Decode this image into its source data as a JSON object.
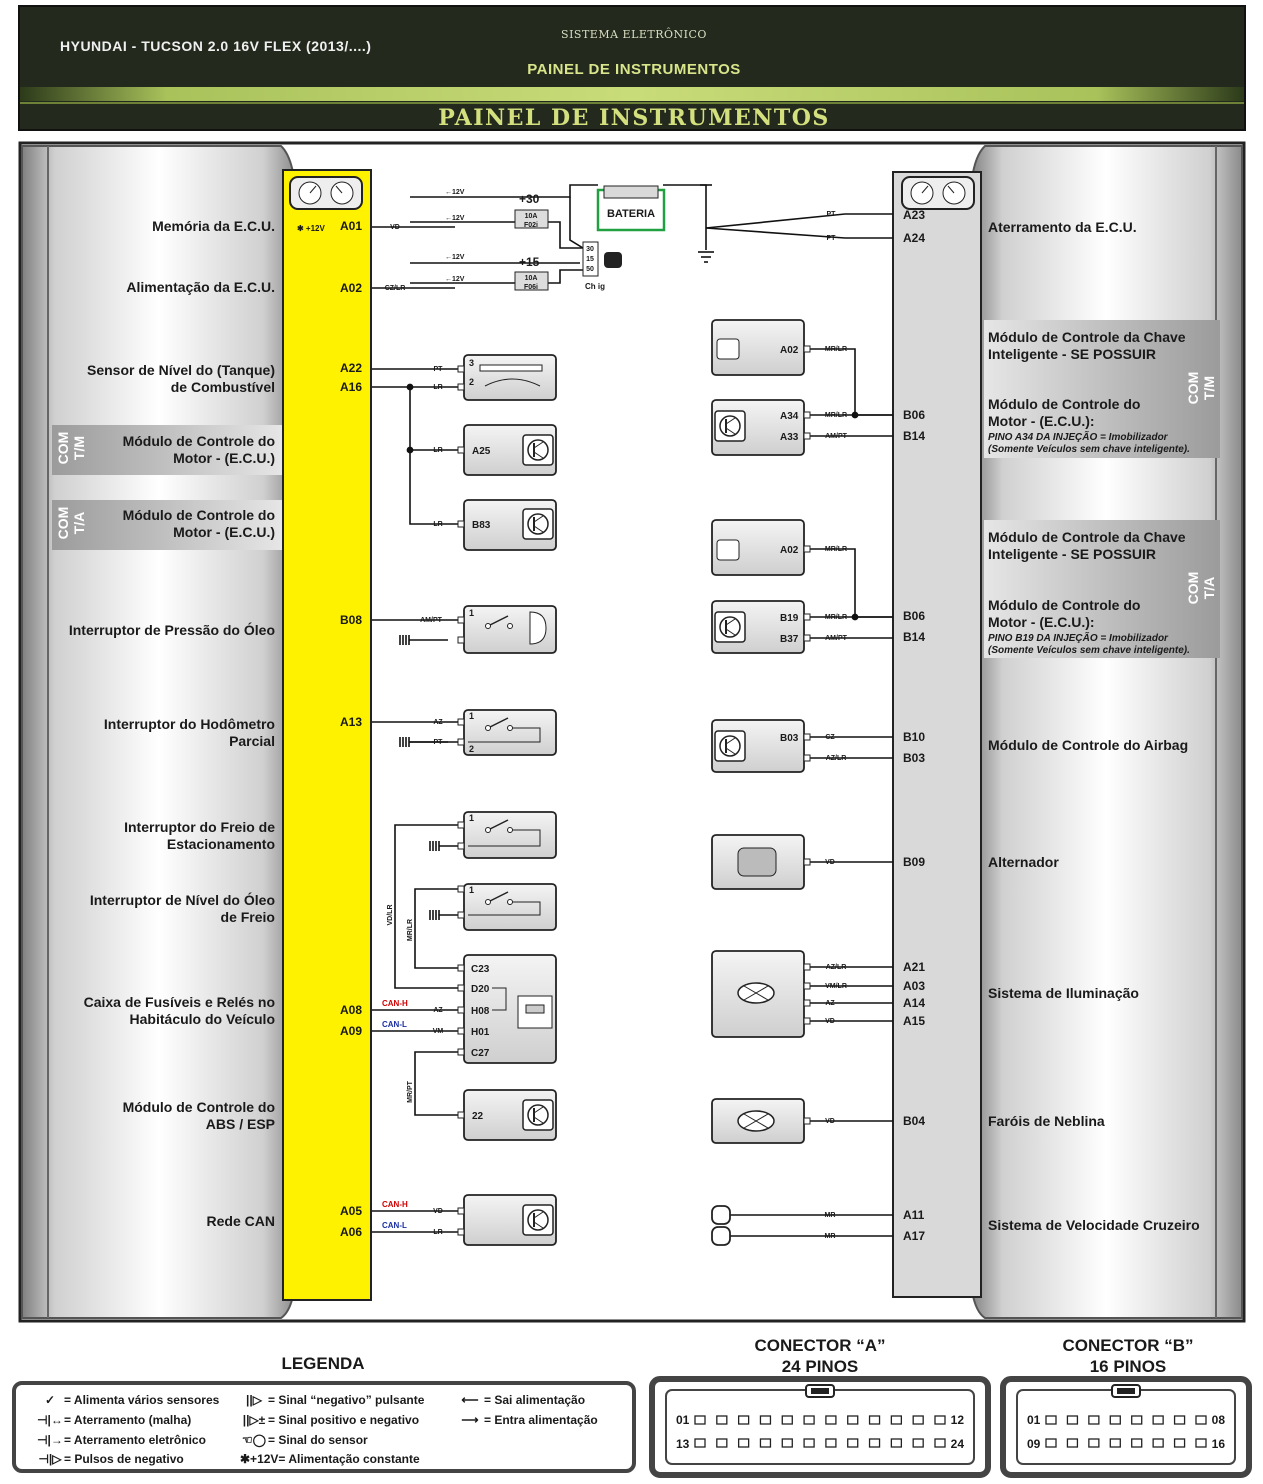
{
  "header": {
    "vehicle": "HYUNDAI - TUCSON 2.0 16V FLEX (2013/....)",
    "system": "SISTEMA ELETRÔNICO",
    "subtitle": "PAINEL DE INSTRUMENTOS",
    "title": "PAINEL DE INSTRUMENTOS"
  },
  "left_labels": [
    {
      "id": "mem",
      "lines": [
        "Memória da E.C.U."
      ]
    },
    {
      "id": "alim",
      "lines": [
        "Alimentação da E.C.U."
      ]
    },
    {
      "id": "nivel",
      "lines": [
        "Sensor de Nível do (Tanque)",
        "de Combustível"
      ]
    },
    {
      "id": "ecu_tm",
      "lines": [
        "Módulo de Controle do",
        "Motor - (E.C.U.)"
      ],
      "tag": [
        "COM",
        "T/M"
      ]
    },
    {
      "id": "ecu_ta",
      "lines": [
        "Módulo de Controle do",
        "Motor - (E.C.U.)"
      ],
      "tag": [
        "COM",
        "T/A"
      ]
    },
    {
      "id": "oleo",
      "lines": [
        "Interruptor de Pressão do Óleo"
      ]
    },
    {
      "id": "hodo",
      "lines": [
        "Interruptor do Hodômetro",
        "Parcial"
      ]
    },
    {
      "id": "freio",
      "lines": [
        "Interruptor do Freio de",
        "Estacionamento"
      ]
    },
    {
      "id": "nivel_oleo",
      "lines": [
        "Interruptor de Nível do Óleo",
        "de Freio"
      ]
    },
    {
      "id": "caixa",
      "lines": [
        "Caixa de Fusíveis e Relés no",
        "Habitáculo do Veículo"
      ]
    },
    {
      "id": "abs",
      "lines": [
        "Módulo de Controle do",
        "ABS / ESP"
      ]
    },
    {
      "id": "can",
      "lines": [
        "Rede CAN"
      ]
    }
  ],
  "right_labels": [
    {
      "id": "aterr",
      "lines": [
        "Aterramento da E.C.U."
      ]
    },
    {
      "id": "chave_tm",
      "lines": [
        "Módulo de Controle da Chave",
        "Inteligente - SE POSSUIR"
      ]
    },
    {
      "id": "motor_tm",
      "lines": [
        "Módulo de Controle do",
        "Motor - (E.C.U.):"
      ],
      "note": [
        "PINO A34 DA INJEÇÃO = Imobilizador",
        "(Somente Veículos sem chave inteligente)."
      ],
      "tag": [
        "COM",
        "T/M"
      ]
    },
    {
      "id": "chave_ta",
      "lines": [
        "Módulo de Controle da Chave",
        "Inteligente - SE POSSUIR"
      ]
    },
    {
      "id": "motor_ta",
      "lines": [
        "Módulo de Controle do",
        "Motor - (E.C.U.):"
      ],
      "note": [
        "PINO B19 DA INJEÇÃO = Imobilizador",
        "(Somente Veículos sem chave inteligente)."
      ],
      "tag": [
        "COM",
        "T/A"
      ]
    },
    {
      "id": "airbag",
      "lines": [
        "Módulo de Controle do Airbag"
      ]
    },
    {
      "id": "alternador",
      "lines": [
        "Alternador"
      ]
    },
    {
      "id": "ilum",
      "lines": [
        "Sistema de Iluminação"
      ]
    },
    {
      "id": "neblina",
      "lines": [
        "Faróis de Neblina"
      ]
    },
    {
      "id": "cruzeiro",
      "lines": [
        "Sistema de Velocidade Cruzeiro"
      ]
    }
  ],
  "left_pins": [
    "A01",
    "A02",
    "A22",
    "A16",
    "B08",
    "A13",
    "A08",
    "A09",
    "A05",
    "A06"
  ],
  "right_pins": [
    "A23",
    "A24",
    "B06",
    "B14",
    "B06",
    "B14",
    "B10",
    "B03",
    "B09",
    "A21",
    "A03",
    "A14",
    "A15",
    "B04",
    "A11",
    "A17"
  ],
  "power": {
    "v12": "←12V",
    "plus30": "+30",
    "plus15": "+15",
    "fuse1": [
      "10A",
      "F02i"
    ],
    "fuse2": [
      "10A",
      "F06i"
    ],
    "battery": "BATERIA",
    "ignition": [
      "30",
      "15",
      "50"
    ],
    "ignition_label": "Ch ig",
    "mem_supply": "✱ +12V"
  },
  "wires": {
    "VD": "VD",
    "CZ_LR": "CZ/LR",
    "PT": "PT",
    "LR": "LR",
    "AM_PT": "AM/PT",
    "AZ": "AZ",
    "VM": "VM",
    "VD_LR": "VD/LR",
    "MR_LR": "MR/LR",
    "MR_PT": "MR/PT",
    "CZ": "CZ",
    "AZ_LR": "AZ/LR",
    "VM_LR": "VM/LR",
    "MR": "MR",
    "CAN_H": "CAN-H",
    "CAN_L": "CAN-L"
  },
  "components": {
    "a25": "A25",
    "b83": "B83",
    "c23": "C23",
    "d20": "D20",
    "h08": "H08",
    "h01": "H01",
    "c27": "C27",
    "abs_pin": "22",
    "key_a02": "A02",
    "a34": "A34",
    "a33": "A33",
    "b19": "B19",
    "b37": "B37",
    "b03": "B03",
    "n1": "1",
    "n2": "2",
    "n3": "3"
  },
  "legend": {
    "title": "LEGENDA",
    "items": [
      {
        "sym": "✓",
        "text": "= Alimenta vários sensores"
      },
      {
        "sym": "⊣|↔",
        "text": "= Aterramento (malha)"
      },
      {
        "sym": "⊣|→",
        "text": "= Aterramento eletrônico"
      },
      {
        "sym": "⊣|▷",
        "text": "= Pulsos de negativo"
      },
      {
        "sym": "||▷",
        "text": "= Sinal “negativo” pulsante"
      },
      {
        "sym": "||▷±",
        "text": "= Sinal positivo e negativo"
      },
      {
        "sym": "☜◯",
        "text": "= Sinal do sensor"
      },
      {
        "sym": "✱+12V",
        "text": "= Alimentação constante"
      },
      {
        "sym": "⟵",
        "text": "= Sai alimentação"
      },
      {
        "sym": "⟶",
        "text": "= Entra alimentação"
      }
    ]
  },
  "connectors": {
    "a": {
      "title": "CONECTOR “A”",
      "subtitle": "24 PINOS",
      "row1": [
        "01",
        "12"
      ],
      "row2": [
        "13",
        "24"
      ]
    },
    "b": {
      "title": "CONECTOR “B”",
      "subtitle": "16 PINOS",
      "row1": [
        "01",
        "08"
      ],
      "row2": [
        "09",
        "16"
      ]
    }
  }
}
